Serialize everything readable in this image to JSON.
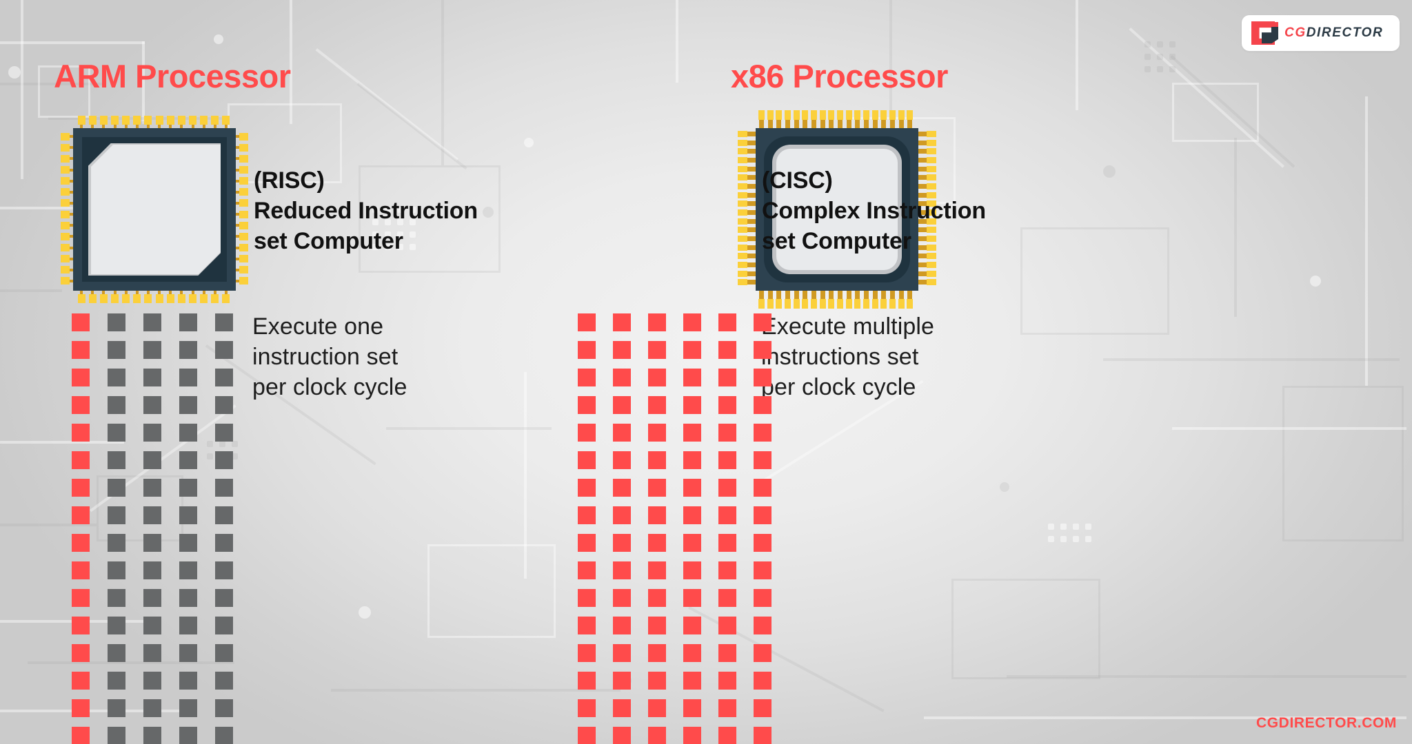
{
  "meta": {
    "accent_red": "#ff4b4b",
    "chip_dark": "#2d4250",
    "chip_inner": "#1f333f",
    "chip_die": "#e8eaec",
    "pin_yellow": "#fbd03a",
    "pin_leg": "#d09a22",
    "grid_gray": "#666869"
  },
  "brand": {
    "logo_cg": "CG",
    "logo_director": "DIRECTOR",
    "footer_url": "CGDIRECTOR.COM"
  },
  "columns": [
    {
      "id": "arm",
      "title": "ARM Processor",
      "acronym_line": "(RISC)",
      "expansion": "Reduced Instruction\nset Computer",
      "description": "Execute one\ninstruction set\nper clock cycle",
      "chip_style": "octagonal-die",
      "grid": {
        "cols": 5,
        "rows": 17,
        "red_columns": [
          0
        ],
        "other_color": "#666869",
        "red_color": "#ff4b4b"
      }
    },
    {
      "id": "x86",
      "title": "x86 Processor",
      "acronym_line": "(CISC)",
      "expansion": "Complex Instruction\nset Computer",
      "description": "Execute multiple\ninstructions set\nper clock cycle",
      "chip_style": "rounded-die",
      "grid": {
        "cols": 6,
        "rows": 17,
        "red_columns": [
          0,
          1,
          2,
          3,
          4,
          5
        ],
        "other_color": "#666869",
        "red_color": "#ff4b4b"
      }
    }
  ]
}
